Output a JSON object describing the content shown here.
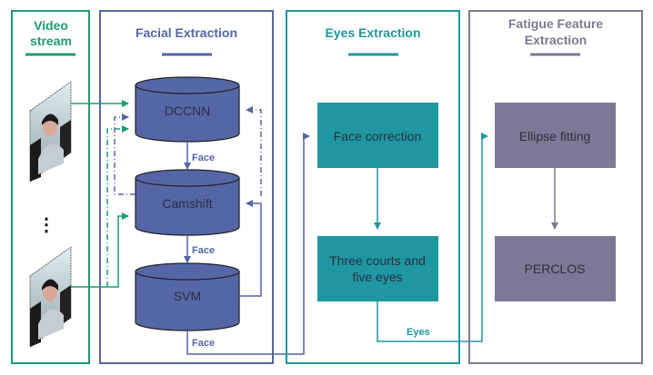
{
  "colors": {
    "green": "#1f9a74",
    "blue": "#5366a8",
    "blue_fill": "#5566a6",
    "teal": "#1e97a0",
    "purple": "#7e7896",
    "text_dark": "#2a2f45"
  },
  "panels": {
    "video": {
      "title_line1": "Video",
      "title_line2": "stream",
      "ellipsis": "⋮"
    },
    "facial": {
      "title": "Facial Extraction"
    },
    "eyes": {
      "title": "Eyes Extraction"
    },
    "fatigue": {
      "title_line1": "Fatigue Feature",
      "title_line2": "Extraction"
    }
  },
  "nodes": {
    "dccnn": "DCCNN",
    "camshift": "Camshift",
    "svm": "SVM",
    "face_correction": "Face correction",
    "three_courts_line1": "Three courts and",
    "three_courts_line2": "five eyes",
    "ellipse_fitting": "Ellipse fitting",
    "perclos": "PERCLOS"
  },
  "edge_labels": {
    "face1": "Face",
    "face2": "Face",
    "face3": "Face",
    "eyes": "Eyes"
  },
  "frames": [
    {
      "name": "video-frame-top",
      "icon": "face-frame-icon"
    },
    {
      "name": "video-frame-bottom",
      "icon": "face-frame-icon"
    }
  ]
}
